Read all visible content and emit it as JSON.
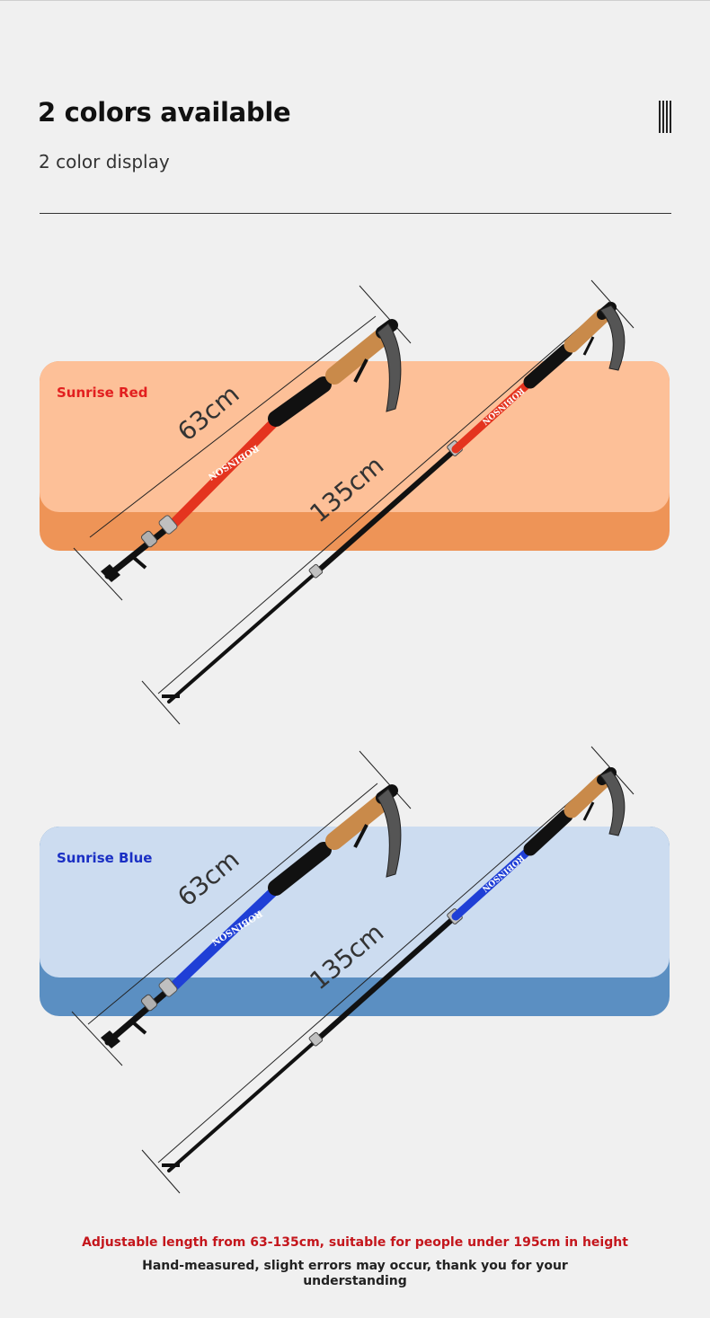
{
  "header": {
    "title": "2 colors available",
    "subtitle": "2 color display"
  },
  "variants": [
    {
      "name": "Sunrise Red",
      "pole_color": "#e4341f",
      "card_top_color": "#fdc098",
      "card_bottom_color": "#ee9457",
      "label_color": "#e21f1f",
      "short_length": "63cm",
      "long_length": "135cm",
      "brand_print": "ROBINSON"
    },
    {
      "name": "Sunrise Blue",
      "pole_color": "#1f3fd6",
      "card_top_color": "#ccdcf0",
      "card_bottom_color": "#5b8fc2",
      "label_color": "#1a2fc4",
      "short_length": "63cm",
      "long_length": "135cm",
      "brand_print": "ROBINSON"
    }
  ],
  "footer": {
    "line1": "Adjustable length from 63-135cm, suitable for people under 195cm in height",
    "line2": "Hand-measured, slight errors may occur, thank you for your understanding"
  }
}
